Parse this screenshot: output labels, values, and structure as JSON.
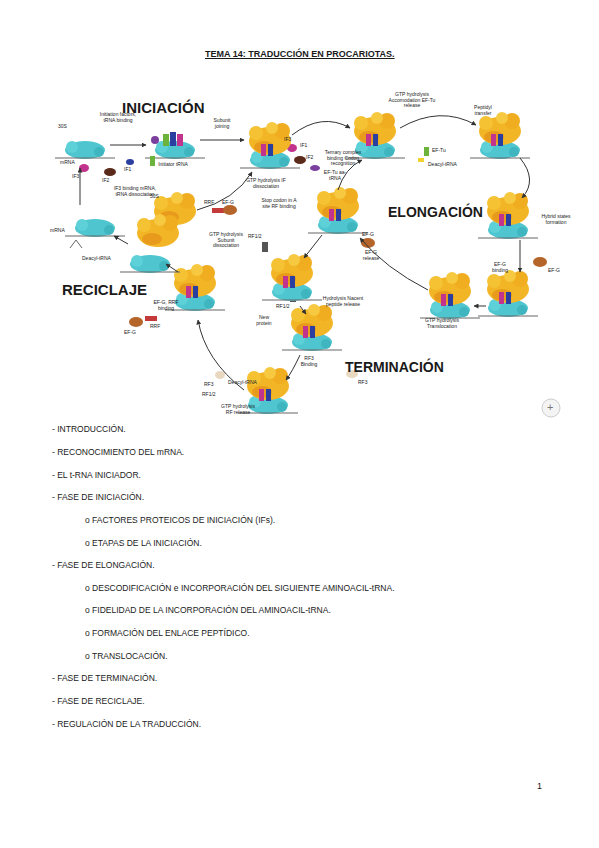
{
  "diagram": {
    "title": "TEMA 14: TRADUCCIÓN EN PROCARIOTAS.",
    "labels": [
      "INICIACIÓN",
      "30S",
      "Initiation factors, tRNA binding",
      "IF3",
      "mRNA",
      "IF2",
      "IF1",
      "Initiator tRNA",
      "50S",
      "Subunit joining",
      "GTP hydrolysis IF dissociation",
      "IF3",
      "IF1",
      "IF2",
      "Ternary complex binding Codon recognition",
      "EF-Tu aa-tRNA",
      "GTP hydrolysis Accomodation EF-Tu release",
      "EF-Tu",
      "Deacyl-tRNA",
      "Peptidyl transfer",
      "ELONGACIÓN",
      "Hybrid states formation",
      "EF-G release",
      "EF-G",
      "EF-G binding",
      "GTP hydrolysis Translocation",
      "EF-G",
      "RF1/2",
      "Stop codon in A site RF binding",
      "Hydrolysis Nacent peptide release",
      "RF1/2",
      "New protein",
      "RF3 Binding",
      "RF3",
      "TERMINACIÓN",
      "Deacyl-tRNA",
      "RF3",
      "RF1/2",
      "GTP hydrolysis RF release",
      "RRF",
      "EF-G",
      "GTP hydrolysis Subunit dissociation",
      "IF3 binding mRNA, tRNA dissociation",
      "Deacyl-tRNA",
      "mRNA",
      "RECICLAJE",
      "EF-G, RRF binding",
      "RRF",
      "EF-G",
      "+",
      "- INTRODUCCIÓN.",
      "- RECONOCIMIENTO DEL mRNA.",
      "- EL t-RNA INICIADOR.",
      "- FASE DE INICIACIÓN.",
      "o FACTORES PROTEICOS DE INICIACIÓN (IFs).",
      "o ETAPAS DE LA INICIACIÓN.",
      "- FASE DE ELONGACIÓN.",
      "o DESCODIFICACIÓN e INCORPORACIÓN DEL SIGUIENTE AMINOACIL-tRNA.",
      "o FIDELIDAD DE LA INCORPORACIÓN DEL AMINOACIL-tRNA.",
      "o FORMACIÓN DEL ENLACE PEPTÍDICO.",
      "o TRANSLOCACIÓN.",
      "- FASE DE TERMINACIÓN.",
      "- FASE DE RECICLAJE.",
      "- REGULACIÓN DE LA TRADUCCIÓN.",
      "1"
    ]
  }
}
